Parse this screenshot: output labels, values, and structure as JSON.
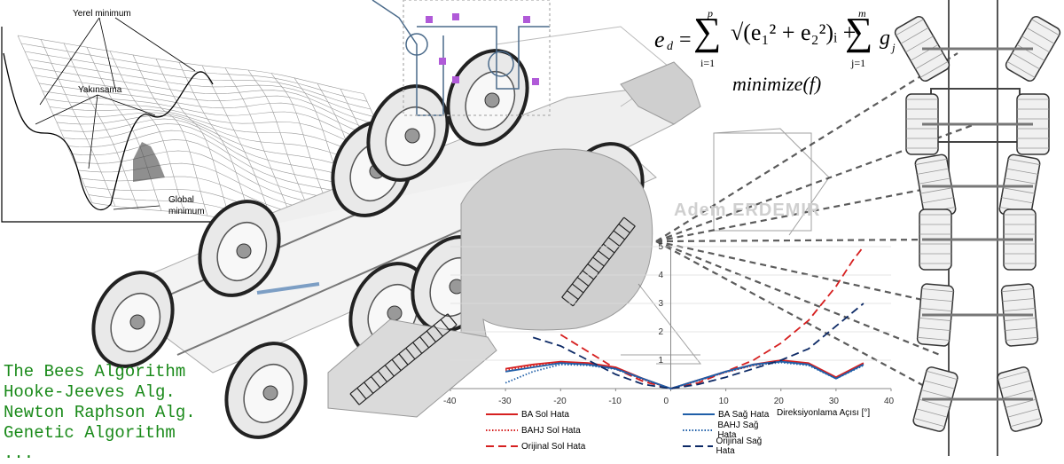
{
  "surface_labels": {
    "local_min": "Yerel minimum",
    "convergence": "Yakınsama",
    "global_min_line1": "Global",
    "global_min_line2": "minimum"
  },
  "formula": {
    "lhs": "e",
    "lhs_sub": "d",
    "sum1_top": "p",
    "sum1_bottom": "i=1",
    "sum2_top": "m",
    "sum2_bottom": "j=1",
    "term_g": "g",
    "term_g_sub": "j",
    "minimize": "minimize(f)"
  },
  "algorithms": [
    "The Bees Algorithm",
    "Hooke-Jeeves Alg.",
    "Newton Raphson Alg.",
    "Genetic Algorithm",
    "..."
  ],
  "watermark": "Adem ERDEMIR",
  "colors": {
    "red": "#d62020",
    "blue": "#1f5fa8",
    "navy": "#0d2a66",
    "green_text": "#1a8a1a",
    "gray_panel": "#cfcfcf"
  },
  "chart_data": {
    "type": "line",
    "xlabel": "Direksiyonlama Açısı [°]",
    "ylabel": "",
    "xlim": [
      -40,
      40
    ],
    "ylim": [
      0,
      5
    ],
    "x_ticks": [
      "-40",
      "-30",
      "-20",
      "-10",
      "0",
      "10",
      "20",
      "30",
      "40"
    ],
    "y_ticks": [
      "1",
      "2",
      "3",
      "4",
      "5"
    ],
    "series": [
      {
        "name": "BA Sol Hata",
        "style": "solid",
        "color": "#d62020",
        "x": [
          -30,
          -25,
          -20,
          -15,
          -10,
          -5,
          0,
          5,
          10,
          15,
          20,
          25,
          30,
          35
        ],
        "y": [
          0.7,
          0.85,
          0.95,
          0.9,
          0.75,
          0.35,
          0.0,
          0.3,
          0.6,
          0.85,
          1.0,
          0.9,
          0.4,
          0.9
        ]
      },
      {
        "name": "BAHJ Sol Hata",
        "style": "dotted",
        "color": "#d62020",
        "x": [
          -30,
          -25,
          -20,
          -15,
          -10,
          -5,
          0,
          5,
          10,
          15,
          20,
          25,
          30,
          35
        ],
        "y": [
          0.65,
          0.8,
          0.92,
          0.88,
          0.72,
          0.32,
          0.0,
          0.28,
          0.58,
          0.82,
          0.98,
          0.88,
          0.4,
          0.88
        ]
      },
      {
        "name": "Orijinal Sol Hata",
        "style": "dashed",
        "color": "#d62020",
        "x": [
          -20,
          -15,
          -10,
          -5,
          0,
          5,
          10,
          15,
          20,
          25,
          30,
          33,
          35
        ],
        "y": [
          1.9,
          1.3,
          0.7,
          0.25,
          0.0,
          0.2,
          0.6,
          1.0,
          1.6,
          2.4,
          3.6,
          4.5,
          5.0
        ]
      },
      {
        "name": "BA Sağ Hata",
        "style": "solid",
        "color": "#1f5fa8",
        "x": [
          -30,
          -25,
          -20,
          -15,
          -10,
          -5,
          0,
          5,
          10,
          15,
          20,
          25,
          30,
          35
        ],
        "y": [
          0.6,
          0.75,
          0.9,
          0.85,
          0.7,
          0.35,
          0.0,
          0.3,
          0.6,
          0.85,
          0.95,
          0.85,
          0.35,
          0.85
        ]
      },
      {
        "name": "BAHJ Sağ Hata",
        "style": "dotted",
        "color": "#1f5fa8",
        "x": [
          -30,
          -25,
          -20,
          -15,
          -10,
          -5,
          0,
          5,
          10,
          15,
          20,
          25,
          30,
          35
        ],
        "y": [
          0.2,
          0.6,
          0.85,
          0.82,
          0.68,
          0.33,
          0.0,
          0.28,
          0.58,
          0.82,
          0.92,
          0.82,
          0.35,
          0.82
        ]
      },
      {
        "name": "Orijinal Sağ Hata",
        "style": "dashed",
        "color": "#0d2a66",
        "x": [
          -25,
          -20,
          -15,
          -10,
          -5,
          0,
          5,
          10,
          15,
          20,
          25,
          30,
          35
        ],
        "y": [
          1.8,
          1.5,
          1.0,
          0.5,
          0.15,
          0.0,
          0.15,
          0.4,
          0.7,
          1.0,
          1.4,
          2.2,
          3.0
        ]
      }
    ]
  }
}
